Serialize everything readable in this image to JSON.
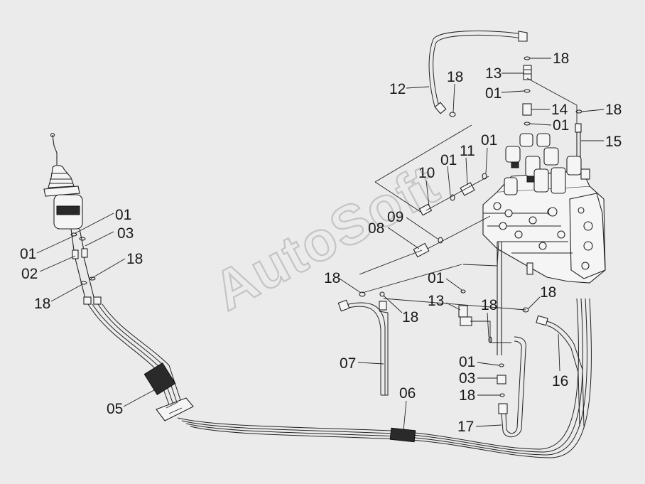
{
  "watermark": "AutoSoft",
  "labels": [
    {
      "id": "l-12",
      "text": "12"
    },
    {
      "id": "l-18a",
      "text": "18"
    },
    {
      "id": "l-18b",
      "text": "18"
    },
    {
      "id": "l-13a",
      "text": "13"
    },
    {
      "id": "l-01a",
      "text": "01"
    },
    {
      "id": "l-14",
      "text": "14"
    },
    {
      "id": "l-01b",
      "text": "01"
    },
    {
      "id": "l-18c",
      "text": "18"
    },
    {
      "id": "l-15",
      "text": "15"
    },
    {
      "id": "l-01c",
      "text": "01"
    },
    {
      "id": "l-11",
      "text": "11"
    },
    {
      "id": "l-01d",
      "text": "01"
    },
    {
      "id": "l-10",
      "text": "10"
    },
    {
      "id": "l-09",
      "text": "09"
    },
    {
      "id": "l-08",
      "text": "08"
    },
    {
      "id": "l-01e",
      "text": "01"
    },
    {
      "id": "l-03a",
      "text": "03"
    },
    {
      "id": "l-01f",
      "text": "01"
    },
    {
      "id": "l-02",
      "text": "02"
    },
    {
      "id": "l-18d",
      "text": "18"
    },
    {
      "id": "l-18e",
      "text": "18"
    },
    {
      "id": "l-18f",
      "text": "18"
    },
    {
      "id": "l-01g",
      "text": "01"
    },
    {
      "id": "l-18g",
      "text": "18"
    },
    {
      "id": "l-13b",
      "text": "13"
    },
    {
      "id": "l-18h",
      "text": "18"
    },
    {
      "id": "l-18i",
      "text": "18"
    },
    {
      "id": "l-07",
      "text": "07"
    },
    {
      "id": "l-01h",
      "text": "01"
    },
    {
      "id": "l-03b",
      "text": "03"
    },
    {
      "id": "l-18j",
      "text": "18"
    },
    {
      "id": "l-16",
      "text": "16"
    },
    {
      "id": "l-05",
      "text": "05"
    },
    {
      "id": "l-06",
      "text": "06"
    },
    {
      "id": "l-17",
      "text": "17"
    }
  ]
}
